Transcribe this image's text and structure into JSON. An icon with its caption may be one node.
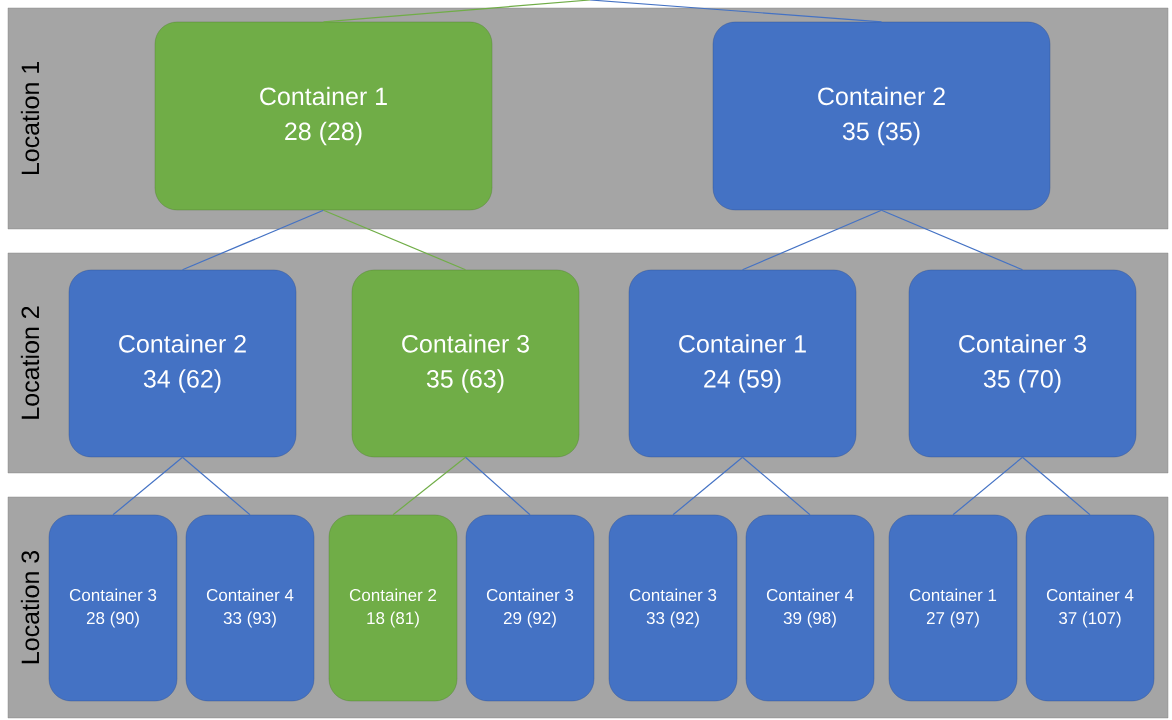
{
  "diagram": {
    "nodes": [
      {
        "text": [
          "Location 1"
        ]
      },
      {
        "text": [
          "Container 1",
          "28 (28)"
        ],
        "in": 0
      },
      {
        "text": [
          "Container 2",
          "35 (35)"
        ],
        "in": 0
      },
      {
        "text": [
          "Location 2"
        ]
      },
      {
        "text": [
          "Container 2",
          "34 (62)"
        ],
        "in": 3
      },
      {
        "text": [
          "Container 3",
          "35 (63)"
        ],
        "in": 3
      },
      {
        "text": [
          "Container 1",
          "24 (59)"
        ],
        "in": 3
      },
      {
        "text": [
          "Container 3",
          "35 (70)"
        ],
        "in": 3
      },
      {
        "text": [
          "Location 3"
        ]
      },
      {
        "text": [
          "Container 3",
          "28 (90)"
        ],
        "in": 8
      },
      {
        "text": [
          "Container 4",
          "33 (93)"
        ],
        "in": 8
      },
      {
        "text": [
          "Container 2",
          "18 (81)"
        ],
        "in": 8
      },
      {
        "text": [
          "Container 3",
          "29 (92)"
        ],
        "in": 8
      },
      {
        "text": [
          "Container 3",
          "33 (92)"
        ],
        "in": 8
      },
      {
        "text": [
          "Container 4",
          "39 (98)"
        ],
        "in": 8
      },
      {
        "text": [
          "Container 1",
          "27 (97)"
        ],
        "in": 8
      },
      {
        "text": [
          "Container 4",
          "37 (107)"
        ],
        "in": 8
      }
    ],
    "edges": [
      {
        "from": null,
        "to": 1,
        "arrow": "none",
        "color": "#70ad47"
      },
      {
        "from": null,
        "to": 2,
        "arrow": "none"
      },
      {
        "from": 1,
        "to": 4,
        "arrow": "none"
      },
      {
        "from": 1,
        "to": 5,
        "arrow": "none",
        "color": "#70ad47"
      },
      {
        "from": 2,
        "to": 6,
        "arrow": "none"
      },
      {
        "from": 2,
        "to": 7,
        "arrow": "none"
      },
      {
        "from": 4,
        "to": 9,
        "arrow": "none"
      },
      {
        "from": 4,
        "to": 10,
        "arrow": "none"
      },
      {
        "from": 5,
        "to": 11,
        "arrow": "none",
        "color": "#70ad47"
      },
      {
        "from": 5,
        "to": 12,
        "arrow": "none"
      },
      {
        "from": 6,
        "to": 13,
        "arrow": "none"
      },
      {
        "from": 6,
        "to": 14,
        "arrow": "none"
      },
      {
        "from": 7,
        "to": 15,
        "arrow": "none"
      },
      {
        "from": 7,
        "to": 16,
        "arrow": "none"
      }
    ]
  }
}
